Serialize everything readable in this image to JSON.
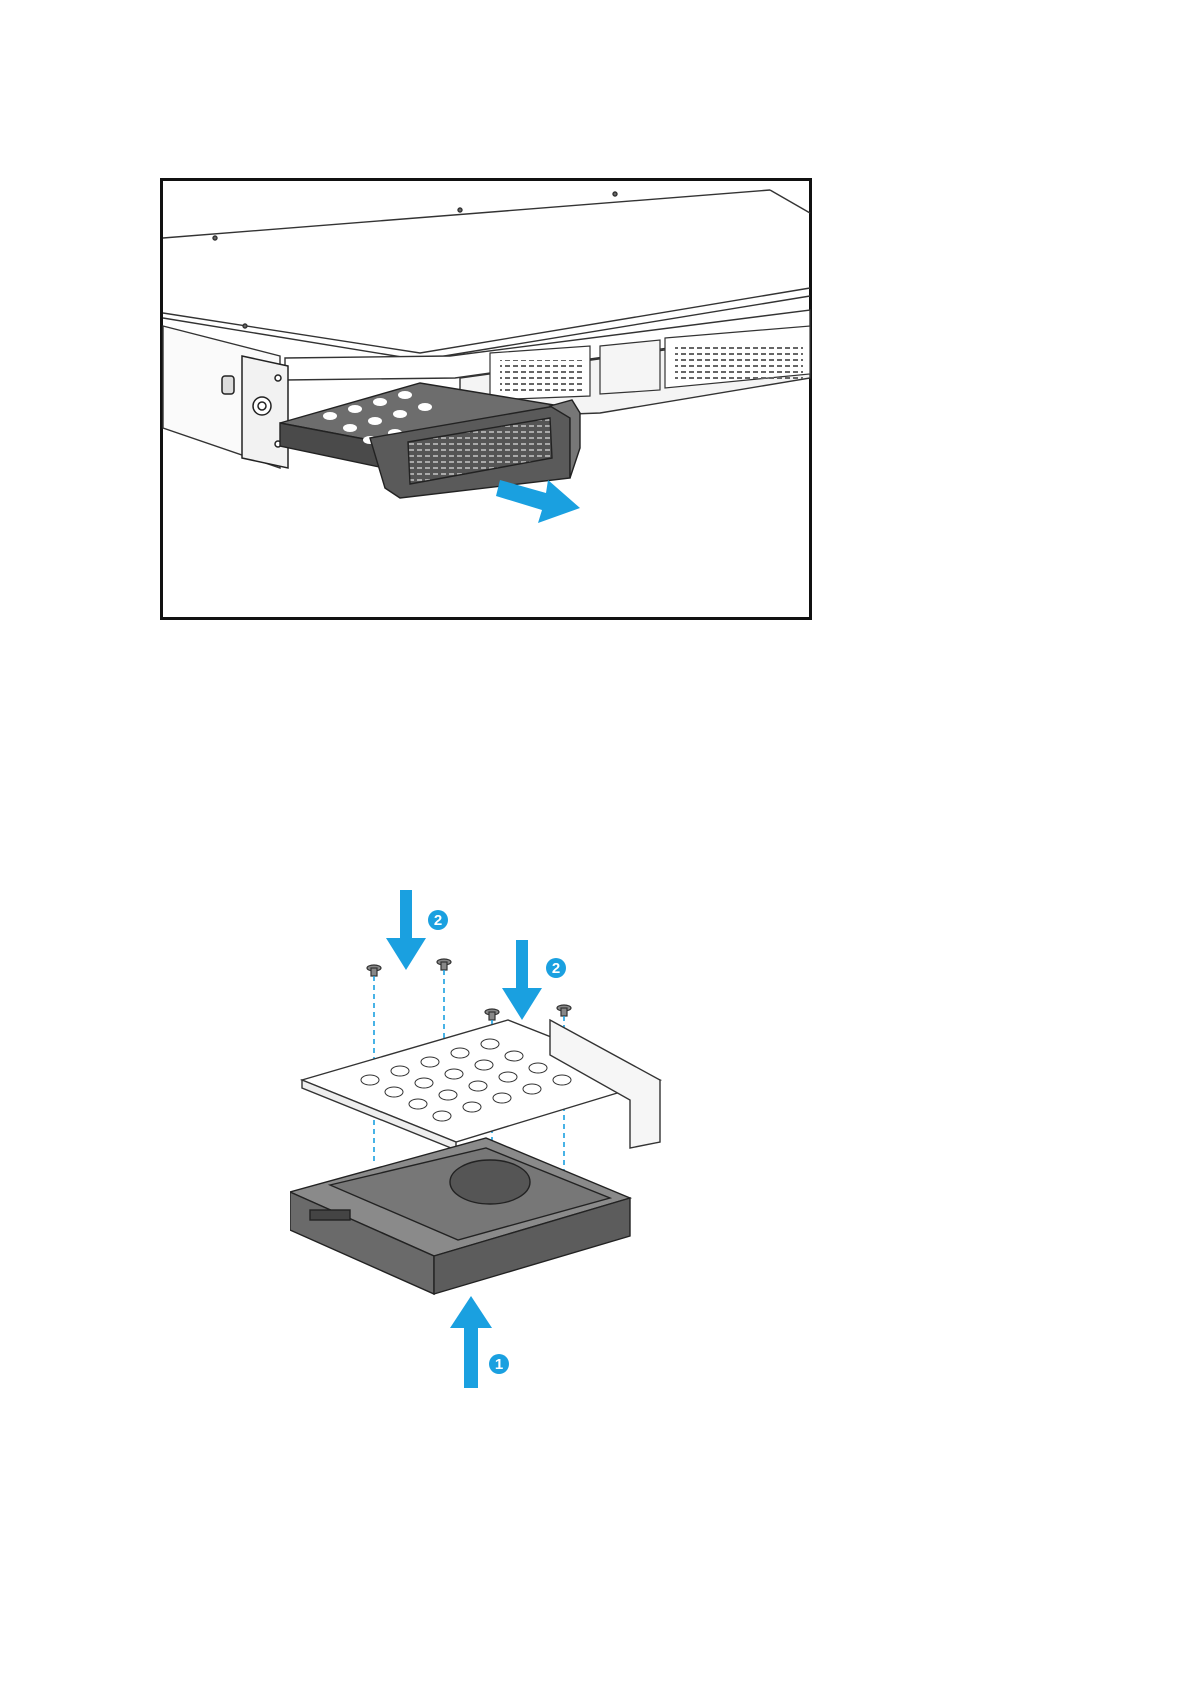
{
  "figures": [
    {
      "id": "remove-tray",
      "arrow_color": "#1aa0e0",
      "callouts": []
    },
    {
      "id": "install-drive",
      "arrow_color": "#1aa0e0",
      "callouts": [
        {
          "label": "2"
        },
        {
          "label": "2"
        },
        {
          "label": "1"
        }
      ]
    }
  ]
}
